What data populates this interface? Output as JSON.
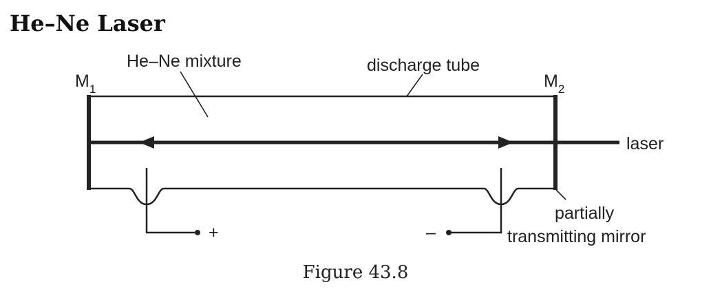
{
  "title": "He–Ne Laser",
  "caption": "Figure 43.8",
  "labels": {
    "mixture": "He–Ne mixture",
    "tube": "discharge tube",
    "mirror1": "M",
    "mirror1_sub": "1",
    "mirror2": "M",
    "mirror2_sub": "2",
    "laser": "laser",
    "partial_line1": "partially",
    "partial_line2": "transmitting mirror",
    "plus": "+",
    "minus": "–"
  },
  "colors": {
    "ink": "#222222"
  }
}
